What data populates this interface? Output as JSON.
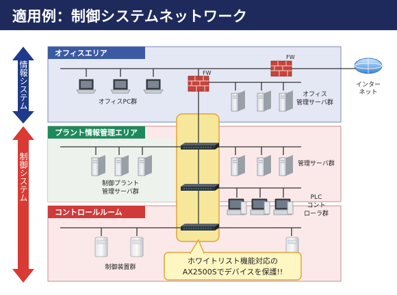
{
  "header": {
    "title": "適用例：制御システムネットワーク"
  },
  "side_labels": {
    "info": "情報システム",
    "control": "制御システム"
  },
  "areas": {
    "office": {
      "title": "オフィスエリア"
    },
    "plant": {
      "title": "プラント情報管理エリア"
    },
    "control": {
      "title": "コントロールルーム"
    }
  },
  "labels": {
    "fw_top": "FW",
    "fw_mid": "FW",
    "internet_1": "インター",
    "internet_2": "ネット",
    "office_pc": "オフィスPC群",
    "office_server_1": "オフィス",
    "office_server_2": "管理サーバ群",
    "plant_server_left_1": "制御プラント",
    "plant_server_left_2": "管理サーバ群",
    "plant_server_right": "管理サーバ群",
    "plc_1": "PLC",
    "plc_2": "コント",
    "plc_3": "ローラ群",
    "control_devices": "制御装置群"
  },
  "callout": {
    "line1": "ホワイトリスト機能対応の",
    "line2": "AX2500Sでデバイスを保護!!"
  },
  "colors": {
    "header_bg": "#1f2a5c",
    "office_area": "#e4e8f4",
    "office_tab": "#3b5aa4",
    "plant_area": "#fbe9e9",
    "plant_tab": "#1e8a5c",
    "control_area": "#fbe9e9",
    "control_tab": "#d03a3a",
    "info_arrow": "#1f3a8a",
    "control_arrow": "#d93a33",
    "highlight": "#f6e79a",
    "highlight_border": "#e0a43a"
  }
}
